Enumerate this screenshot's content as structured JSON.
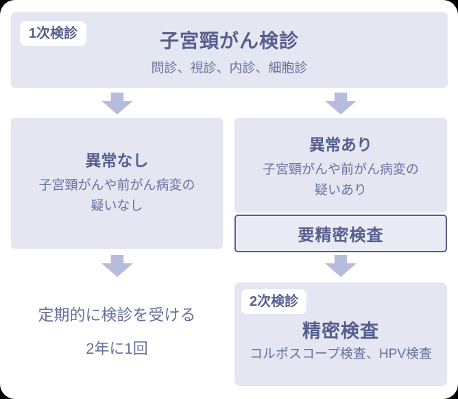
{
  "colors": {
    "canvas_outside": "#000000",
    "card_background": "#ffffff",
    "box_background": "#e4e6f1",
    "followup_background": "#e8eaf4",
    "arrow": "#b5bcdc",
    "heading_text": "#565e8e",
    "body_text": "#6970a0",
    "border": "#565e8e",
    "badge_background": "#ffffff"
  },
  "icons": {
    "down_arrow": "▼"
  },
  "flow": {
    "primary": {
      "badge": "1次検診",
      "title": "子宮頸がん検診",
      "subtitle": "問診、視診、内診、細胞診"
    },
    "no_abnormality": {
      "title": "異常なし",
      "desc_line1": "子宮頸がんや前がん病変の",
      "desc_line2": "疑いなし"
    },
    "abnormality": {
      "title": "異常あり",
      "desc_line1": "子宮頸がんや前がん病変の",
      "desc_line2": "疑いあり"
    },
    "followup_required": {
      "label": "要精密検査"
    },
    "regular_checkup": {
      "line1": "定期的に検診を受ける",
      "line2": "2年に1回"
    },
    "secondary": {
      "badge": "2次検診",
      "title": "精密検査",
      "subtitle": "コルポスコープ検査、HPV検査"
    }
  }
}
